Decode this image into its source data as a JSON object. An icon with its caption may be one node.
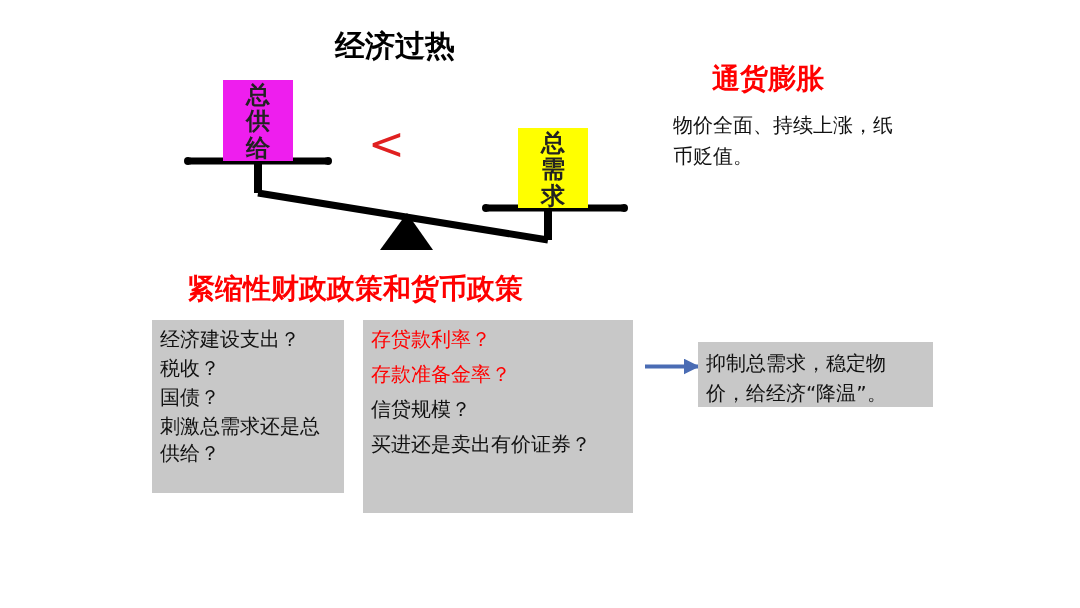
{
  "diagram": {
    "title": "经济过热",
    "nodes": [
      {
        "text": [
          "总供给"
        ]
      },
      {
        "text": [
          "总需求"
        ]
      },
      {
        "text": [
          "经济建设支出？",
          "税收？",
          "国债？",
          "刺激总需求还是总供给？"
        ]
      },
      {
        "text": [
          "存贷款利率？",
          "存款准备金率？",
          "信贷规模？",
          "买进还是卖出有价证券？"
        ]
      },
      {
        "text": [
          "抑制总需求，稳定物价，给经济“降温”。"
        ]
      }
    ],
    "edges": [
      {
        "from": 3,
        "to": 4,
        "arrow": "to"
      }
    ],
    "labels": [
      "<",
      "通货膨胀",
      "物价全面、持续上涨，纸币贬值。",
      "紧缩性财政政策和货币政策"
    ]
  }
}
